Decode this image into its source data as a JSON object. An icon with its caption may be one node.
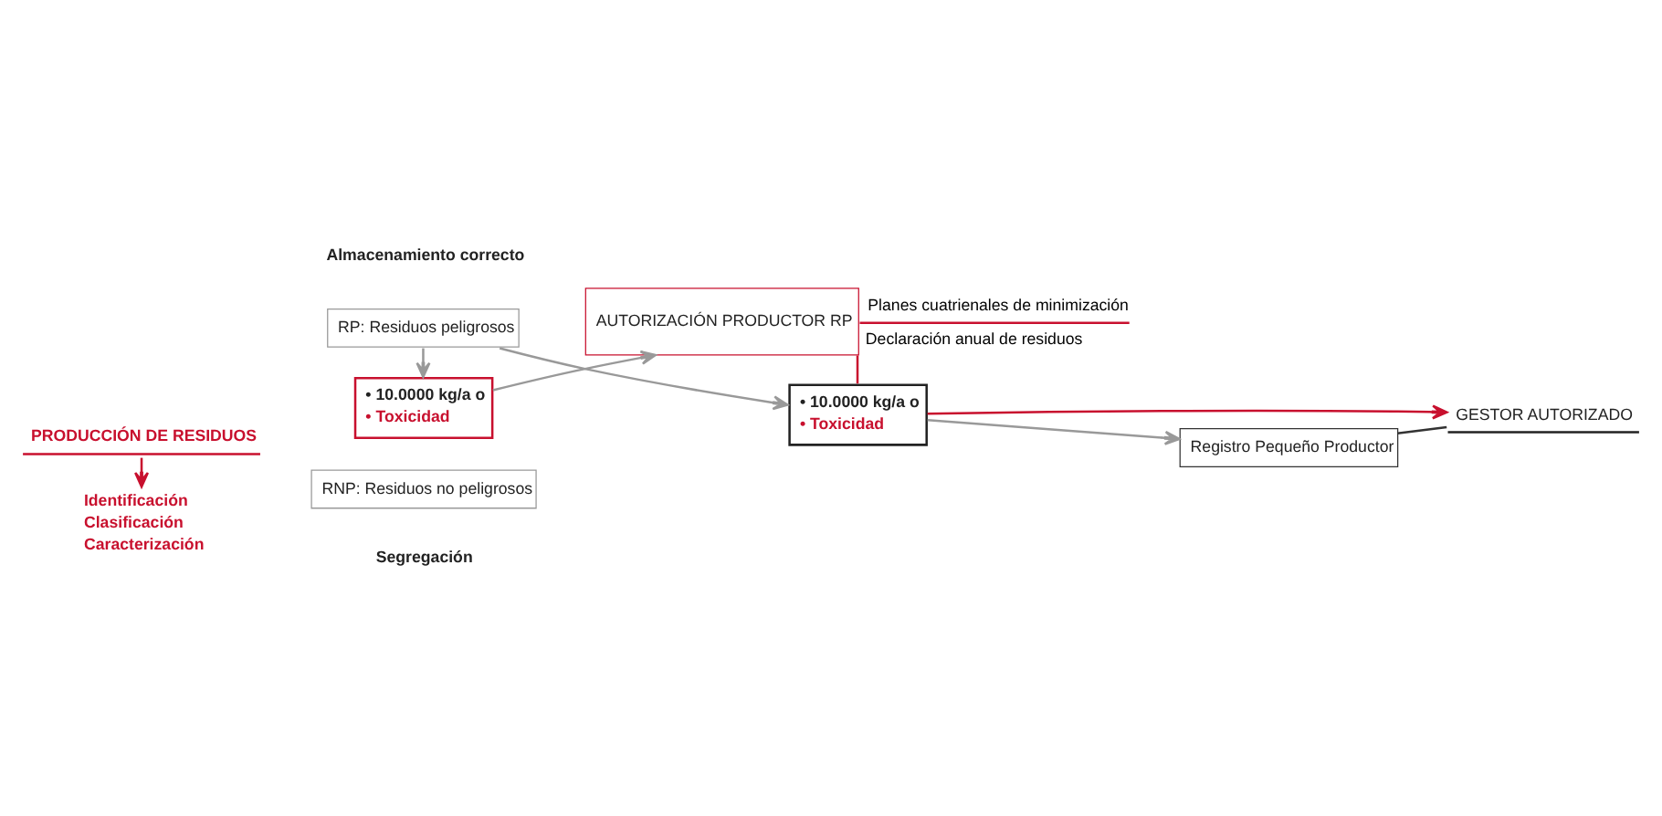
{
  "diagram": {
    "nodes": [
      {
        "text": [
          "PRODUCCIÓN DE RESIDUOS"
        ]
      },
      {
        "text": [
          "GESTOR AUTORIZADO"
        ]
      },
      {
        "text": [
          "RNP: Residuos no peligrosos"
        ]
      },
      {
        "text": [
          "Identificación",
          "Clasificación",
          "Caracterización"
        ]
      },
      {
        "text": [
          "RP: Residuos peligrosos"
        ]
      },
      {
        "text": [
          "• 10.0000 kg/a o",
          "• Toxicidad"
        ]
      },
      {
        "text": [
          "Registro Pequeño Productor"
        ]
      },
      {
        "text": [
          "• 10.0000 kg/a o",
          "• Toxicidad"
        ]
      },
      {
        "text": [
          "AUTORIZACIÓN PRODUCTOR RP"
        ],
        "beside": [
          "Planes cuatrienales de minimización",
          "Declaración anual de residuos"
        ]
      }
    ],
    "edges": [
      {
        "from": 0,
        "to": 3,
        "arrow": "to",
        "color": "#c8102e"
      },
      {
        "from": 4,
        "to": 5,
        "arrow": "to"
      },
      {
        "from": 4,
        "to": 7,
        "arrow": "to"
      },
      {
        "from": 7,
        "to": 8,
        "arrow": "to"
      },
      {
        "from": 5,
        "to": 6,
        "arrow": "to"
      },
      {
        "from": 8,
        "to": 5,
        "arrow": "none",
        "color": "#c8102e"
      },
      {
        "from": 5,
        "to": 1,
        "arrow": "to",
        "color": "#c8102e"
      },
      {
        "from": 6,
        "to": 1,
        "arrow": "none",
        "color": "#333333"
      }
    ],
    "labels": [
      "Segregación",
      "Almacenamiento correcto"
    ]
  }
}
